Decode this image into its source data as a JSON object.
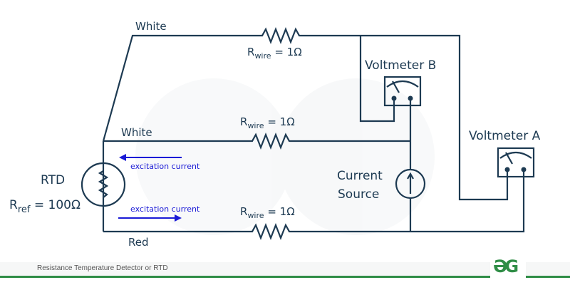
{
  "diagram": {
    "title": "Resistance Temperature Detector or RTD",
    "wires": {
      "top_label": "White",
      "middle_label": "White",
      "bottom_label": "Red"
    },
    "resistors": [
      {
        "label_main": "R",
        "label_sub": "wire",
        "label_value": " = 1Ω"
      },
      {
        "label_main": "R",
        "label_sub": "wire",
        "label_value": " = 1Ω"
      },
      {
        "label_main": "R",
        "label_sub": "wire",
        "label_value": " = 1Ω"
      }
    ],
    "rtd": {
      "label": "RTD",
      "ref_main": "R",
      "ref_sub": "ref",
      "ref_value": " = 100Ω"
    },
    "excitation": {
      "top_label": "excitation current",
      "top_direction": "left",
      "bottom_label": "excitation current",
      "bottom_direction": "right"
    },
    "current_source": {
      "label_line1": "Current",
      "label_line2": "Source"
    },
    "voltmeters": {
      "b_label": "Voltmeter B",
      "a_label": "Voltmeter A"
    },
    "colors": {
      "wire": "#1d3a52",
      "excitation": "#1a1ad6",
      "brand": "#2f8d46"
    }
  },
  "footer": {
    "caption": "Resistance Temperature Detector or RTD",
    "logo_text": "ƏG"
  }
}
